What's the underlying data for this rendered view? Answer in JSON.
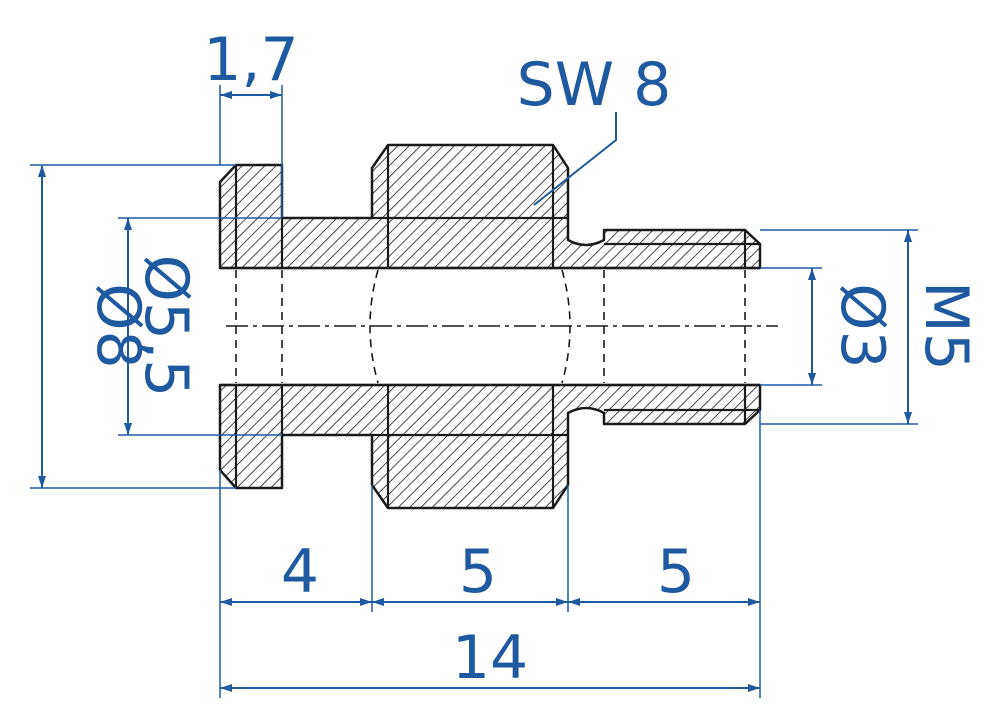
{
  "dimensions": {
    "flange_thickness": "1,7",
    "wrench_size": "SW 8",
    "flange_diameter": "Ø8",
    "shank_diameter": "Ø5,5",
    "bore_diameter": "Ø3",
    "thread": "M5",
    "length_shank": "4",
    "length_hex": "5",
    "length_thread": "5",
    "overall_length": "14"
  },
  "colors": {
    "dimension": "#1f5aa0",
    "outline": "#1a1a1a"
  }
}
